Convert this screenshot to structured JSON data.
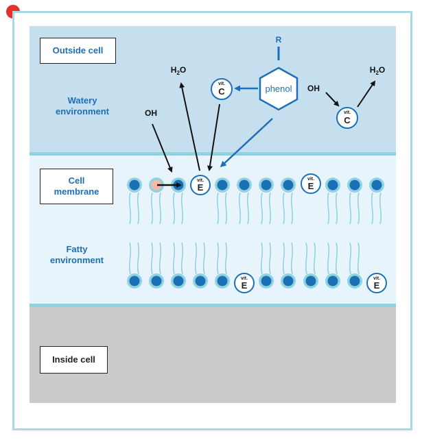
{
  "labels": {
    "outside_cell": "Outside cell",
    "cell_membrane_line1": "Cell",
    "cell_membrane_line2": "membrane",
    "inside_cell": "Inside cell",
    "watery_line1": "Watery",
    "watery_line2": "environment",
    "fatty_line1": "Fatty",
    "fatty_line2": "environment"
  },
  "molecules": {
    "phenol": "phenol",
    "r_group": "R",
    "oh": "OH",
    "h2o_h": "H",
    "h2o_2": "2",
    "h2o_o": "O",
    "vit_small": "vit.",
    "vit_c": "C",
    "vit_e": "E"
  },
  "colors": {
    "zone_outside": "#c6dfef",
    "zone_membrane": "#e8f4fb",
    "zone_inside": "#cbcbcb",
    "accent_blue": "#1d6fb5",
    "lipid_head": "#1d6fb5",
    "lipid_ring": "#8fd3e0",
    "oxidized_head": "#f4b8a6",
    "frame": "#a9d9e2",
    "corner_dot": "#e4322b"
  }
}
